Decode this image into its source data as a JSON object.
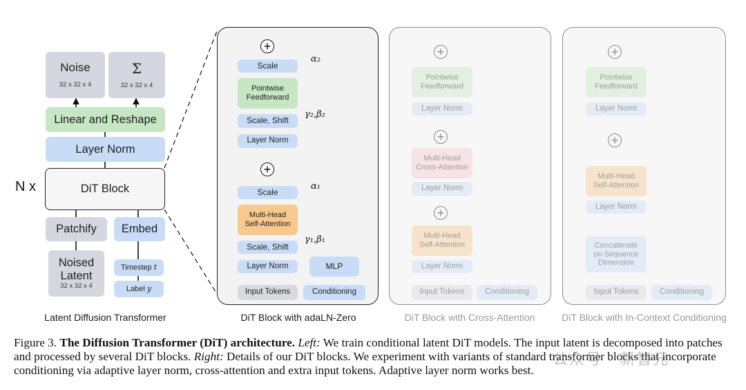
{
  "left_diagram": {
    "noise": {
      "label": "Noise",
      "dims": "32 x 32 x 4"
    },
    "sigma": {
      "label": "Σ",
      "dims": "32 x 32 x 4"
    },
    "linear_reshape": "Linear and Reshape",
    "layer_norm": "Layer Norm",
    "n_label": "N x",
    "dit_block": "DiT Block",
    "patchify": "Patchify",
    "embed": "Embed",
    "noised_latent": {
      "line1": "Noised",
      "line2": "Latent",
      "dims": "32 x 32 x 4"
    },
    "timestep": "Timestep",
    "timestep_var": "t",
    "label": "Label",
    "label_var": "y",
    "caption": "Latent Diffusion Transformer"
  },
  "adaln_block": {
    "scale_top": "Scale",
    "alpha2": "α₂",
    "pointwise_ff": [
      "Pointwise",
      "Feedforward"
    ],
    "scale_shift_top": "Scale, Shift",
    "gamma2_beta2": "γ₂,β₂",
    "layer_norm_top": "Layer Norm",
    "scale_bottom": "Scale",
    "alpha1": "α₁",
    "mhsa": [
      "Multi-Head",
      "Self-Attention"
    ],
    "scale_shift_bottom": "Scale, Shift",
    "gamma1_beta1": "γ₁,β₁",
    "layer_norm_bottom": "Layer Norm",
    "mlp": "MLP",
    "input_tokens": "Input Tokens",
    "conditioning": "Conditioning",
    "caption": "DiT Block with adaLN-Zero"
  },
  "cross_attention_block": {
    "pointwise_ff": [
      "Pointwise",
      "Feedforward"
    ],
    "layer_norm_top": "Layer Norm",
    "mhca": [
      "Multi-Head",
      "Cross-Attention"
    ],
    "layer_norm_mid": "Layer Norm",
    "mhsa": [
      "Multi-Head",
      "Self-Attention"
    ],
    "layer_norm_bottom": "Layer Norm",
    "input_tokens": "Input Tokens",
    "conditioning": "Conditioning",
    "caption": "DiT Block with Cross-Attention"
  },
  "in_context_block": {
    "pointwise_ff": [
      "Pointwise",
      "Feedforward"
    ],
    "layer_norm_top": "Layer Norm",
    "mhsa": [
      "Multi-Head",
      "Self-Attention"
    ],
    "layer_norm_bottom": "Layer Norm",
    "concatenate": [
      "Concatenate",
      "on Sequence",
      "Dimension"
    ],
    "input_tokens": "Input Tokens",
    "conditioning": "Conditioning",
    "caption": "DiT Block with In-Context Conditioning"
  },
  "figure_caption": {
    "prefix": "Figure 3. ",
    "title": "The Diffusion Transformer (DiT) architecture.",
    "left_label": "Left:",
    "left_text": " We train conditional latent DiT models. The input latent is decomposed into patches and processed by several DiT blocks. ",
    "right_label": "Right:",
    "right_text": " Details of our DiT blocks. We experiment with variants of standard transformer blocks that incorporate conditioning via adaptive layer norm, cross-attention and extra input tokens. Adaptive layer norm works best."
  },
  "watermark": "公众号 · 新智元"
}
